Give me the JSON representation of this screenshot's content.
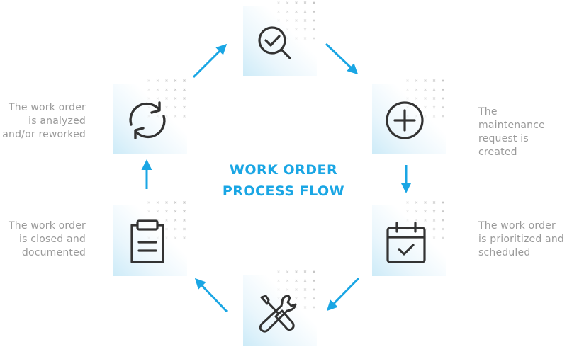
{
  "title": {
    "line1": "WORK ORDER",
    "line2": "PROCESS FLOW"
  },
  "colors": {
    "accent": "#1aa6e4",
    "icon_stroke": "#333333",
    "label_text": "#9a9a9a",
    "dot": "#c4c4c4",
    "gradient": "#cdebf8"
  },
  "steps": [
    {
      "id": "create",
      "icon": "plus-circle-icon",
      "lines": [
        "The maintenance",
        "request is created"
      ]
    },
    {
      "id": "schedule",
      "icon": "calendar-check-icon",
      "lines": [
        "The work order",
        "is prioritized and",
        "scheduled"
      ]
    },
    {
      "id": "execute",
      "icon": "wrench-screwdriver-icon",
      "lines": []
    },
    {
      "id": "close",
      "icon": "clipboard-icon",
      "lines": [
        "The work order",
        "is closed and",
        "documented"
      ]
    },
    {
      "id": "analyze",
      "icon": "refresh-icon",
      "lines": [
        "The work order",
        "is analyzed",
        "and/or reworked"
      ]
    },
    {
      "id": "review",
      "icon": "magnifier-check-icon",
      "lines": []
    }
  ]
}
